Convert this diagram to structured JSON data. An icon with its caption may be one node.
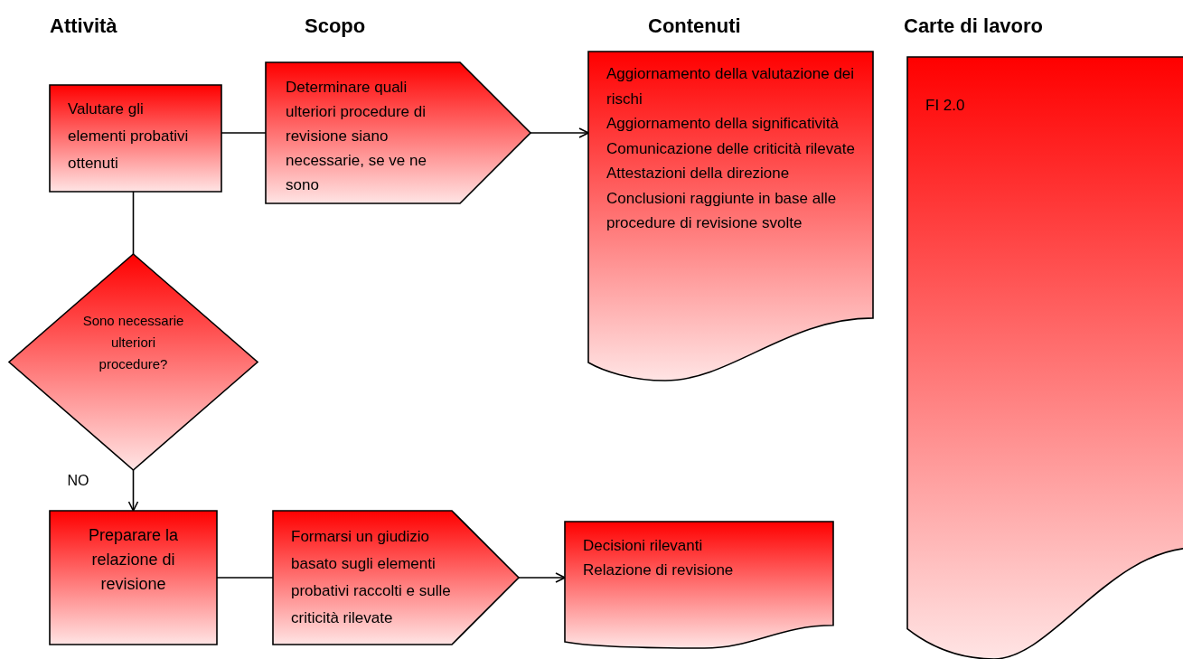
{
  "diagram": {
    "nodes": [
      {
        "text": [
          "Valutare gli elementi probativi ottenuti"
        ]
      },
      {
        "text": [
          "Determinare quali ulteriori procedure di revisione siano necessarie, se ve ne sono"
        ]
      },
      {
        "text": [
          "Aggiornamento della valutazione dei rischi",
          "Aggiornamento della significatività",
          "Comunicazione delle criticità rilevate",
          "Attestazioni della direzione",
          "Conclusioni raggiunte in base alle procedure di revisione svolte"
        ]
      },
      {
        "text": [
          "Sono necessarie ulteriori procedure?"
        ]
      },
      {
        "text": [
          "Preparare la relazione di revisione"
        ]
      },
      {
        "text": [
          "Formarsi un giudizio basato sugli elementi probativi raccolti e sulle criticità rilevate"
        ]
      },
      {
        "text": [
          "Decisioni rilevanti",
          "Relazione di revisione"
        ]
      },
      {
        "text": [
          "FI 2.0"
        ]
      }
    ],
    "edges": [
      {
        "from": 0,
        "to": 1,
        "arrow": "none"
      },
      {
        "from": 1,
        "to": 2,
        "arrow": "to"
      },
      {
        "from": 0,
        "to": 3,
        "arrow": "none"
      },
      {
        "from": 3,
        "to": 4,
        "arrow": "to",
        "label": "NO"
      },
      {
        "from": 4,
        "to": 5,
        "arrow": "none"
      },
      {
        "from": 5,
        "to": 6,
        "arrow": "to"
      }
    ],
    "labels": [
      "Attività",
      "Scopo",
      "Contenuti",
      "Carte di lavoro"
    ]
  }
}
